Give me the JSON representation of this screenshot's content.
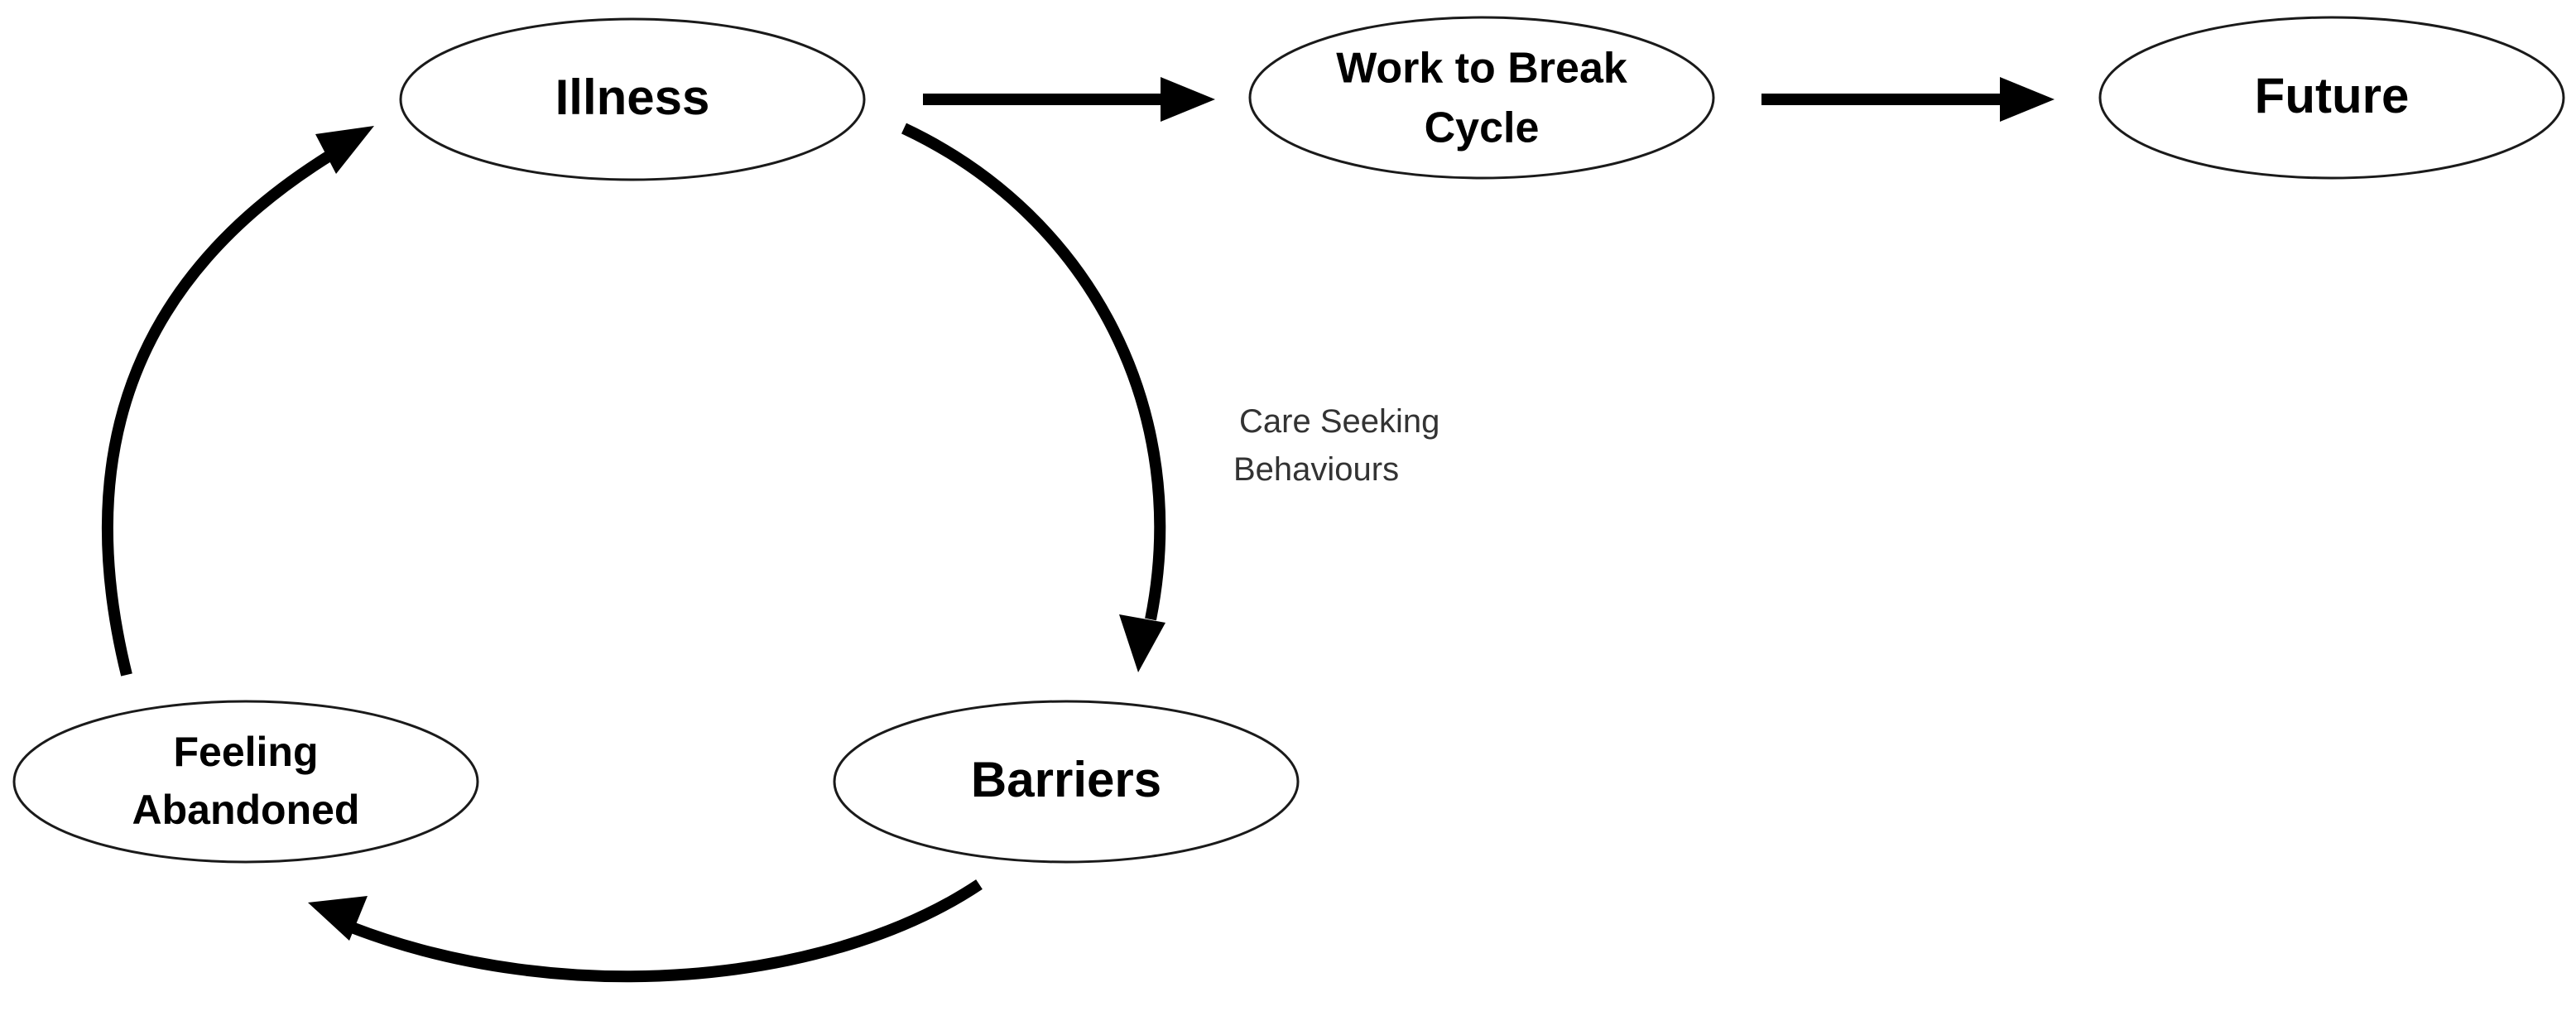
{
  "diagram": {
    "nodes": {
      "illness": "Illness",
      "work_to_break_cycle": [
        "Work to Break",
        "Cycle"
      ],
      "future": "Future",
      "barriers": "Barriers",
      "feeling_abandoned": [
        "Feeling",
        "Abandoned"
      ]
    },
    "edges": {
      "illness_to_barriers_label": [
        "Care Seeking",
        "Behaviours"
      ]
    },
    "colors": {
      "stroke": "#000000",
      "edge_label": "#333333"
    }
  }
}
